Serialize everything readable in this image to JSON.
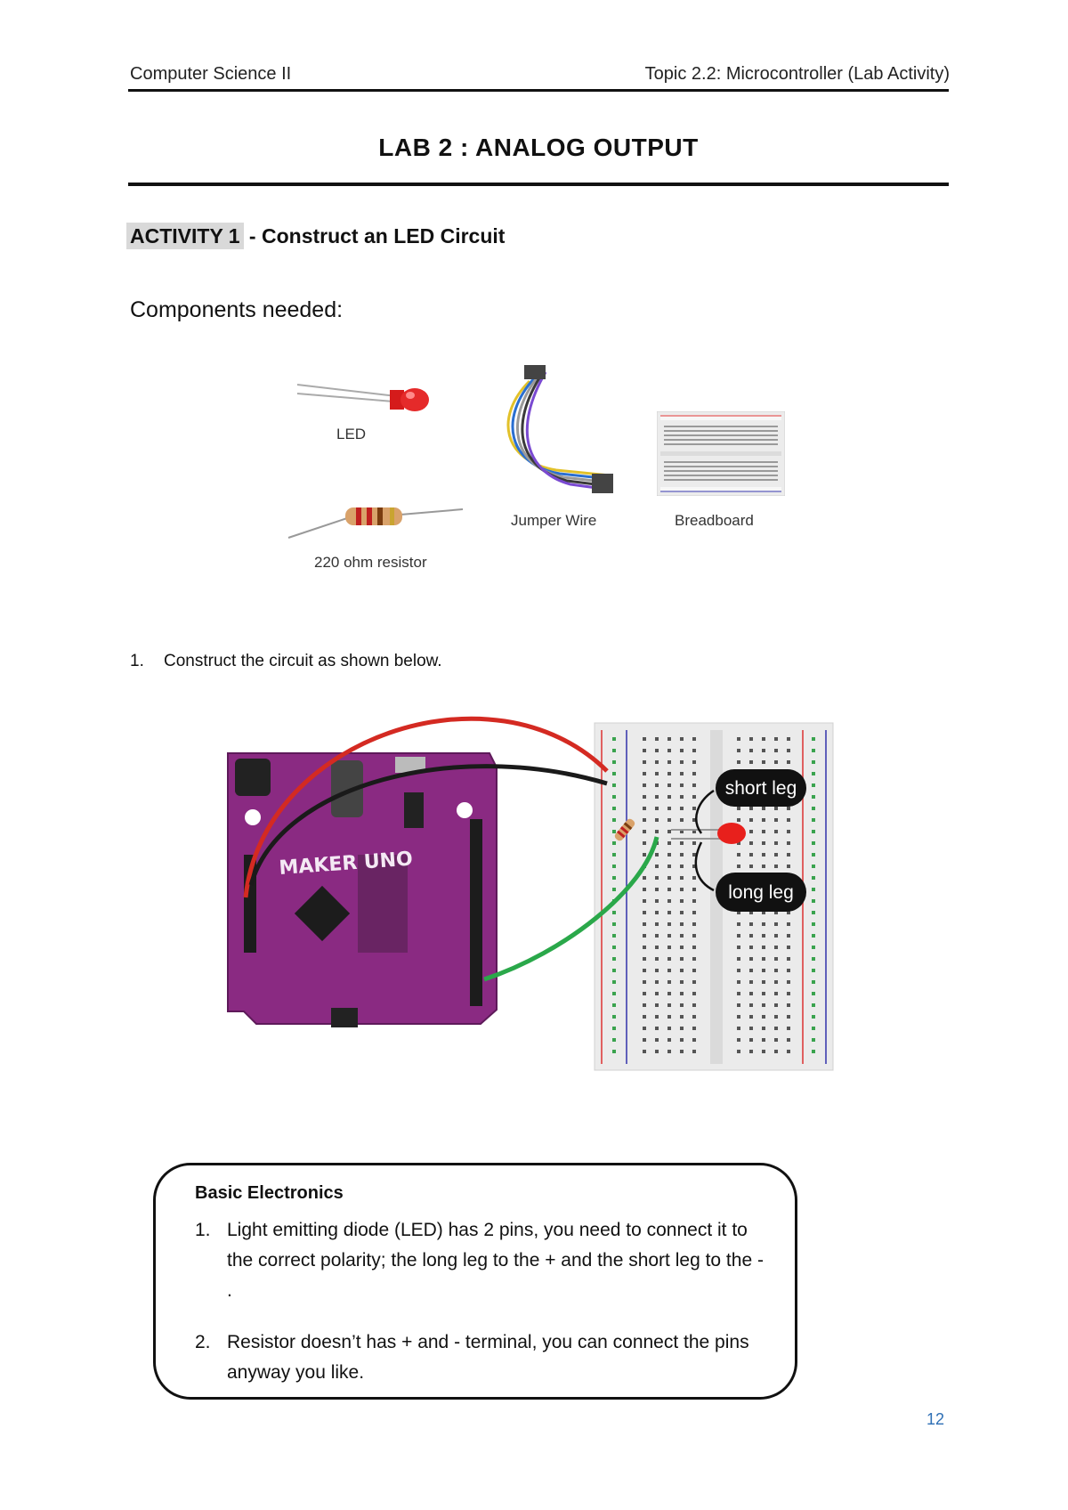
{
  "header": {
    "course": "Computer Science II",
    "topic": "Topic 2.2: Microcontroller (Lab Activity)"
  },
  "title": "LAB 2 : ANALOG OUTPUT",
  "activity": {
    "tag": "ACTIVITY 1",
    "rest": " - Construct an LED Circuit"
  },
  "components_heading": "Components needed:",
  "components": {
    "led": "LED",
    "jumper": "Jumper Wire",
    "breadboard": "Breadboard",
    "resistor": "220 ohm resistor"
  },
  "step": {
    "number": "1.",
    "text": "Construct the circuit as shown below."
  },
  "circuit": {
    "board_name": "MAKER UNO",
    "short_leg": "short leg",
    "long_leg": "long leg",
    "colors": {
      "board": "#8a2a82",
      "red_wire": "#d42a22",
      "black_wire": "#1a1a1a",
      "green_wire": "#2aa84a",
      "led": "#e8201c"
    }
  },
  "note": {
    "title": "Basic Electronics",
    "items": [
      {
        "n": "1.",
        "text": "Light emitting diode (LED) has 2 pins, you need to connect it to the correct polarity; the long leg to the + and the short leg to the - ."
      },
      {
        "n": "2.",
        "text": "Resistor doesn’t has + and - terminal, you can connect the pins anyway you like."
      }
    ]
  },
  "page_number": "12"
}
